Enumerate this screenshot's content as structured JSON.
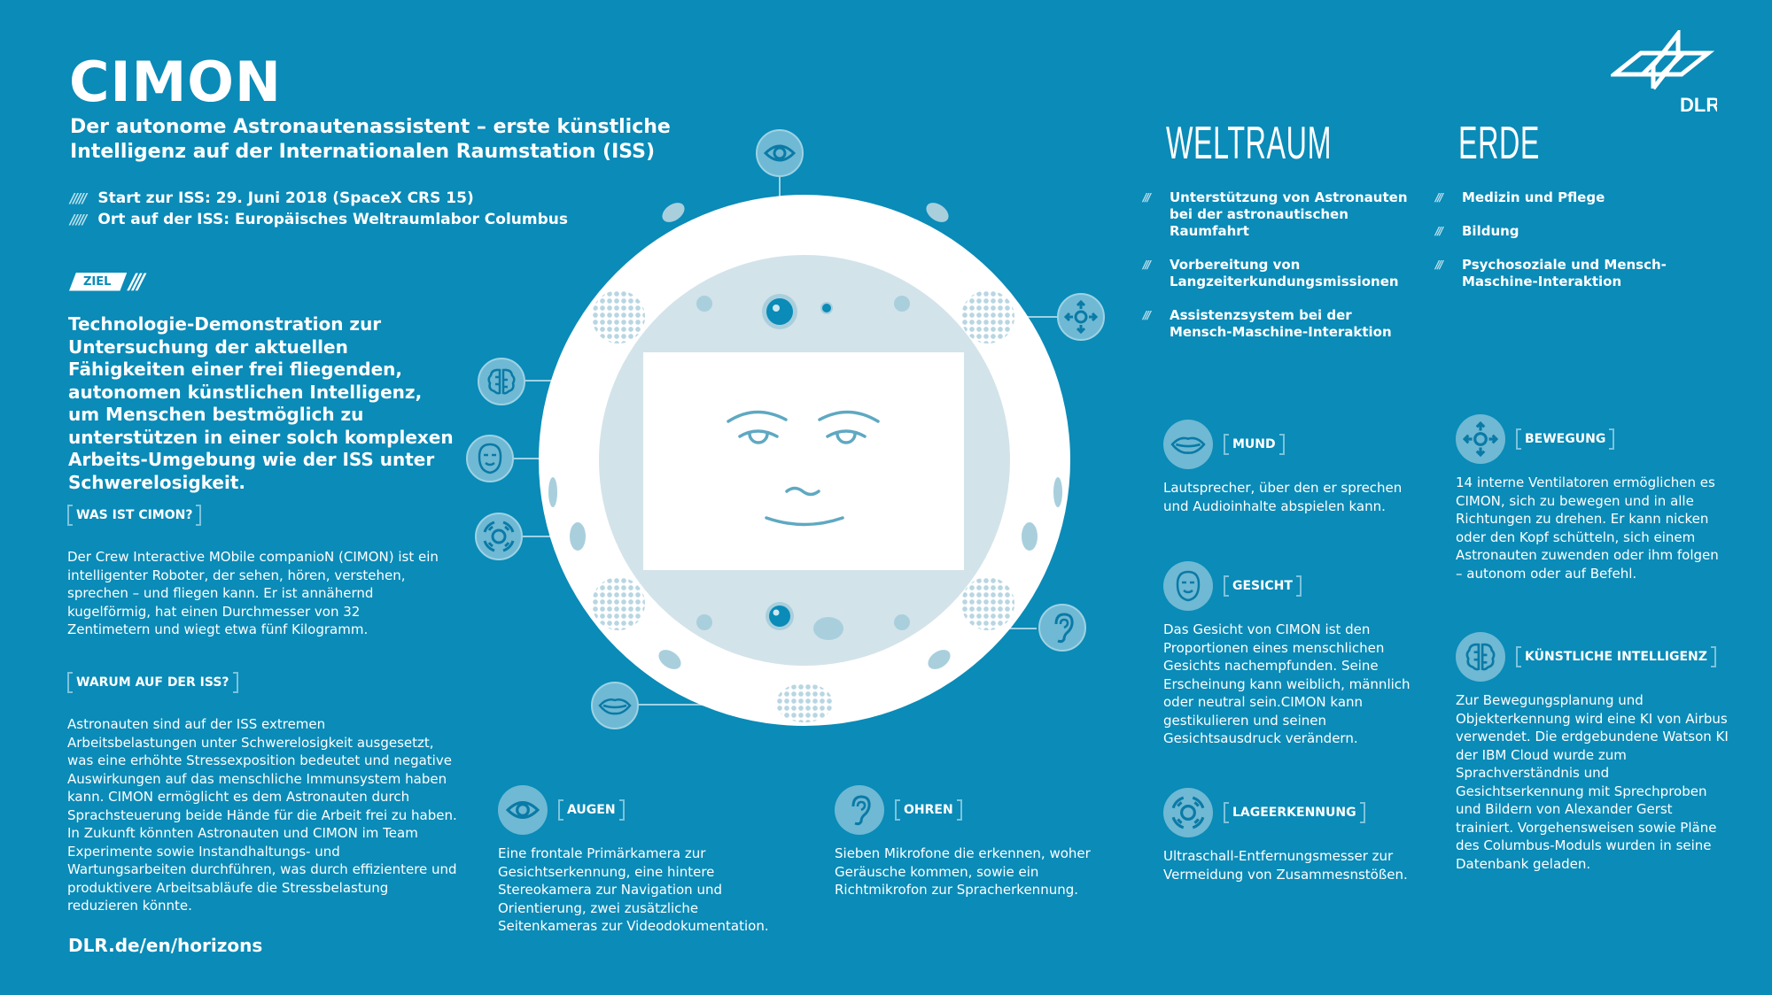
{
  "header": {
    "title": "CIMON",
    "subtitle": "Der autonome Astronautenassistent – erste künstliche Intelligenz auf der Internationalen Raumstation (ISS)",
    "facts": [
      {
        "prefix": "/////",
        "text": "Start zur ISS: 29. Juni 2018 (SpaceX CRS 15)"
      },
      {
        "prefix": "/////",
        "text": "Ort auf der ISS: Europäisches Weltraumlabor Columbus"
      }
    ],
    "logo_text": "DLR"
  },
  "ziel": {
    "label": "ZIEL",
    "slashes": "///",
    "text": "Technologie-Demonstration zur Untersuchung der aktuellen Fähigkeiten einer frei fliegenden, autonomen künstlichen Intelligenz, um Menschen bestmöglich zu unterstützen in einer solch komplexen Arbeits-Umgebung wie der ISS unter Schwerelosigkeit."
  },
  "sections": {
    "was": {
      "heading": "WAS IST CIMON?",
      "text": "Der Crew Interactive MObile companioN (CIMON) ist ein intelligenter Roboter, der sehen, hören, verstehen, sprechen – und fliegen kann. Er ist annähernd kugelförmig, hat einen Durchmesser von 32 Zentimetern und wiegt etwa fünf Kilogramm."
    },
    "warum": {
      "heading": "WARUM AUF DER ISS?",
      "text": "Astronauten sind auf der ISS extremen Arbeitsbelastungen unter Schwerelosigkeit ausgesetzt, was eine erhöhte Stressexposition bedeutet und negative Auswirkungen auf das menschliche Immunsystem haben kann. CIMON ermöglicht es dem Astronauten durch Sprachsteuerung beide Hände für die Arbeit frei zu haben. In Zukunft könnten Astronauten und CIMON im Team Experimente sowie Instandhaltungs- und Wartungsarbeiten durchführen, was durch effizientere und produktivere Arbeitsabläufe die Stressbelastung reduzieren könnte."
    }
  },
  "footer": {
    "link": "DLR.de/en/horizons"
  },
  "applications": {
    "weltraum": {
      "heading": "WELTRAUM",
      "items": [
        "Unterstützung von Astronauten bei der astronautischen Raumfahrt",
        "Vorbereitung von Langzeiterkundungsmissionen",
        "Assistenzsystem bei der Mensch-Maschine-Interaktion"
      ]
    },
    "erde": {
      "heading": "ERDE",
      "items": [
        "Medizin und Pflege",
        "Bildung",
        "Psychosoziale und Mensch-Maschine-Interaktion"
      ]
    },
    "bullet": "///"
  },
  "features": {
    "mund": {
      "icon": "mouth-icon",
      "heading": "MUND",
      "text": "Lautsprecher, über den er sprechen und Audioinhalte abspielen kann."
    },
    "gesicht": {
      "icon": "face-icon",
      "heading": "GESICHT",
      "text": "Das Gesicht von CIMON ist den Proportionen eines menschlichen Gesichts nachempfunden. Seine Erscheinung kann weiblich, männlich oder neutral sein.CIMON kann gestikulieren und seinen Gesichtsausdruck verändern."
    },
    "lage": {
      "icon": "sonar-icon",
      "heading": "LAGEERKENNUNG",
      "text": "Ultraschall-Entfernungsmesser zur Vermeidung von Zusammesnstößen."
    },
    "bewegung": {
      "icon": "movement-arrows-icon",
      "heading": "BEWEGUNG",
      "text": "14 interne Ventilatoren ermöglichen es CIMON, sich zu bewegen und in alle Richtungen zu drehen. Er kann nicken oder den Kopf schütteln, sich einem Astronauten zuwenden oder ihm folgen – autonom oder auf Befehl."
    },
    "ki": {
      "icon": "brain-icon",
      "heading": "KÜNSTLICHE INTELLIGENZ",
      "text": "Zur Bewegungsplanung und Objekterkennung wird eine KI von Airbus verwendet. Die erdgebundene Watson KI der IBM Cloud wurde zum Sprachverständnis und Gesichtserkennung mit Sprechproben und Bildern von Alexander Gerst trainiert. Vorgehensweisen sowie Pläne des Columbus-Moduls wurden in seine Datenbank geladen."
    },
    "augen": {
      "icon": "eye-icon",
      "heading": "AUGEN",
      "text": "Eine frontale Primärkamera zur Gesichtserkennung, eine hintere Stereokamera zur Navigation und Orientierung, zwei zusätzliche Seitenkameras zur Videodokumentation."
    },
    "ohren": {
      "icon": "ear-icon",
      "heading": "OHREN",
      "text": "Sieben Mikrofone die erkennen, woher Geräusche kommen, sowie ein Richtmikrofon zur Spracherkennung."
    }
  },
  "colors": {
    "background": "#0a8bb8",
    "icon_fill": "#6fb9d4",
    "icon_stroke": "#0a7aa6",
    "robot_shell": "#ffffff",
    "robot_inner": "#d3e3ea",
    "robot_accent": "#a9cfdd",
    "bracket": "#7cc3dc"
  }
}
